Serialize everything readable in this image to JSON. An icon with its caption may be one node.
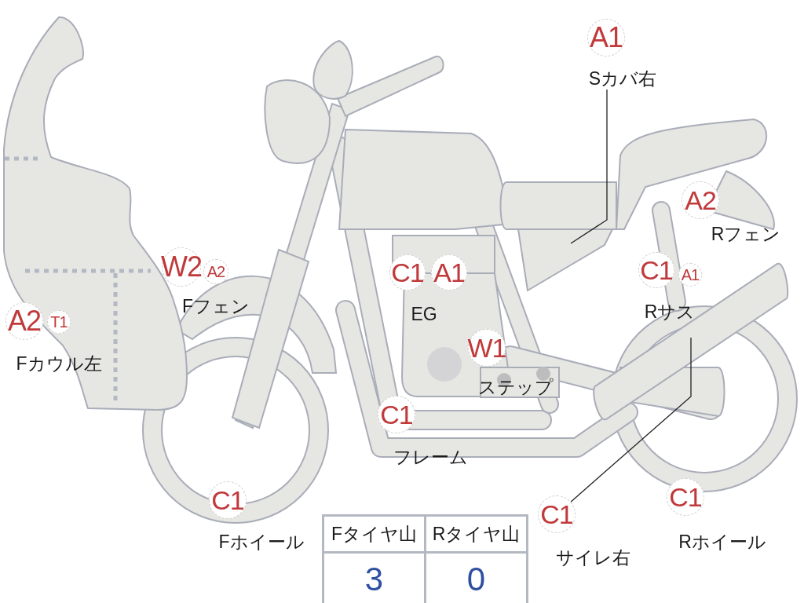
{
  "diagram": {
    "nodes": [
      {
        "text": [
          "A1"
        ]
      },
      {
        "text": [
          "Sカバ右"
        ]
      },
      {
        "text": [
          "A2"
        ]
      },
      {
        "text": [
          "W2"
        ]
      },
      {
        "text": [
          "A2"
        ]
      },
      {
        "text": [
          "C1"
        ]
      },
      {
        "text": [
          "A1"
        ]
      },
      {
        "text": [
          "C1"
        ]
      },
      {
        "text": [
          "A1"
        ]
      },
      {
        "text": [
          "A2"
        ]
      },
      {
        "text": [
          "T1"
        ]
      },
      {
        "text": [
          "W1"
        ]
      },
      {
        "text": [
          "C1"
        ]
      },
      {
        "text": [
          "C1"
        ]
      },
      {
        "text": [
          "C1"
        ]
      },
      {
        "text": [
          "C1"
        ]
      }
    ],
    "edges": [
      {
        "from": 1,
        "to": null,
        "arrow": "none"
      },
      {
        "from": 14,
        "to": null,
        "arrow": "none"
      }
    ],
    "labels": [
      "Rフェン",
      "Fフェン",
      "EG",
      "Rサス",
      "Fカウル左",
      "ステップ",
      "フレーム",
      "Fホイール",
      "サイレ右",
      "Rホイール",
      "Fタイヤ山",
      "Rタイヤ山",
      "3",
      "0"
    ]
  }
}
